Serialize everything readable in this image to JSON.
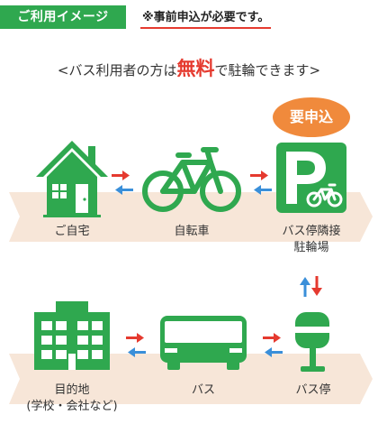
{
  "section_tag": "ご利用イメージ",
  "notice": "※事前申込が必要です。",
  "headline": {
    "prefix": "<バス利用者の方は",
    "emphasis": "無料",
    "suffix": "で駐輪できます>"
  },
  "badge": "要申込",
  "route": {
    "home": "ご自宅",
    "bicycle": "自転車",
    "parking_line1": "バス停隣接",
    "parking_line2": "駐輪場",
    "destination_line1": "目的地",
    "destination_line2": "(学校・会社など)",
    "bus": "バス",
    "bus_stop": "バス停"
  },
  "colors": {
    "green": "#2fa84f",
    "band": "#f7e6d8",
    "arrow_red": "#e53a2f",
    "arrow_blue": "#3a8fd9",
    "badge_orange": "#f08a3c"
  }
}
